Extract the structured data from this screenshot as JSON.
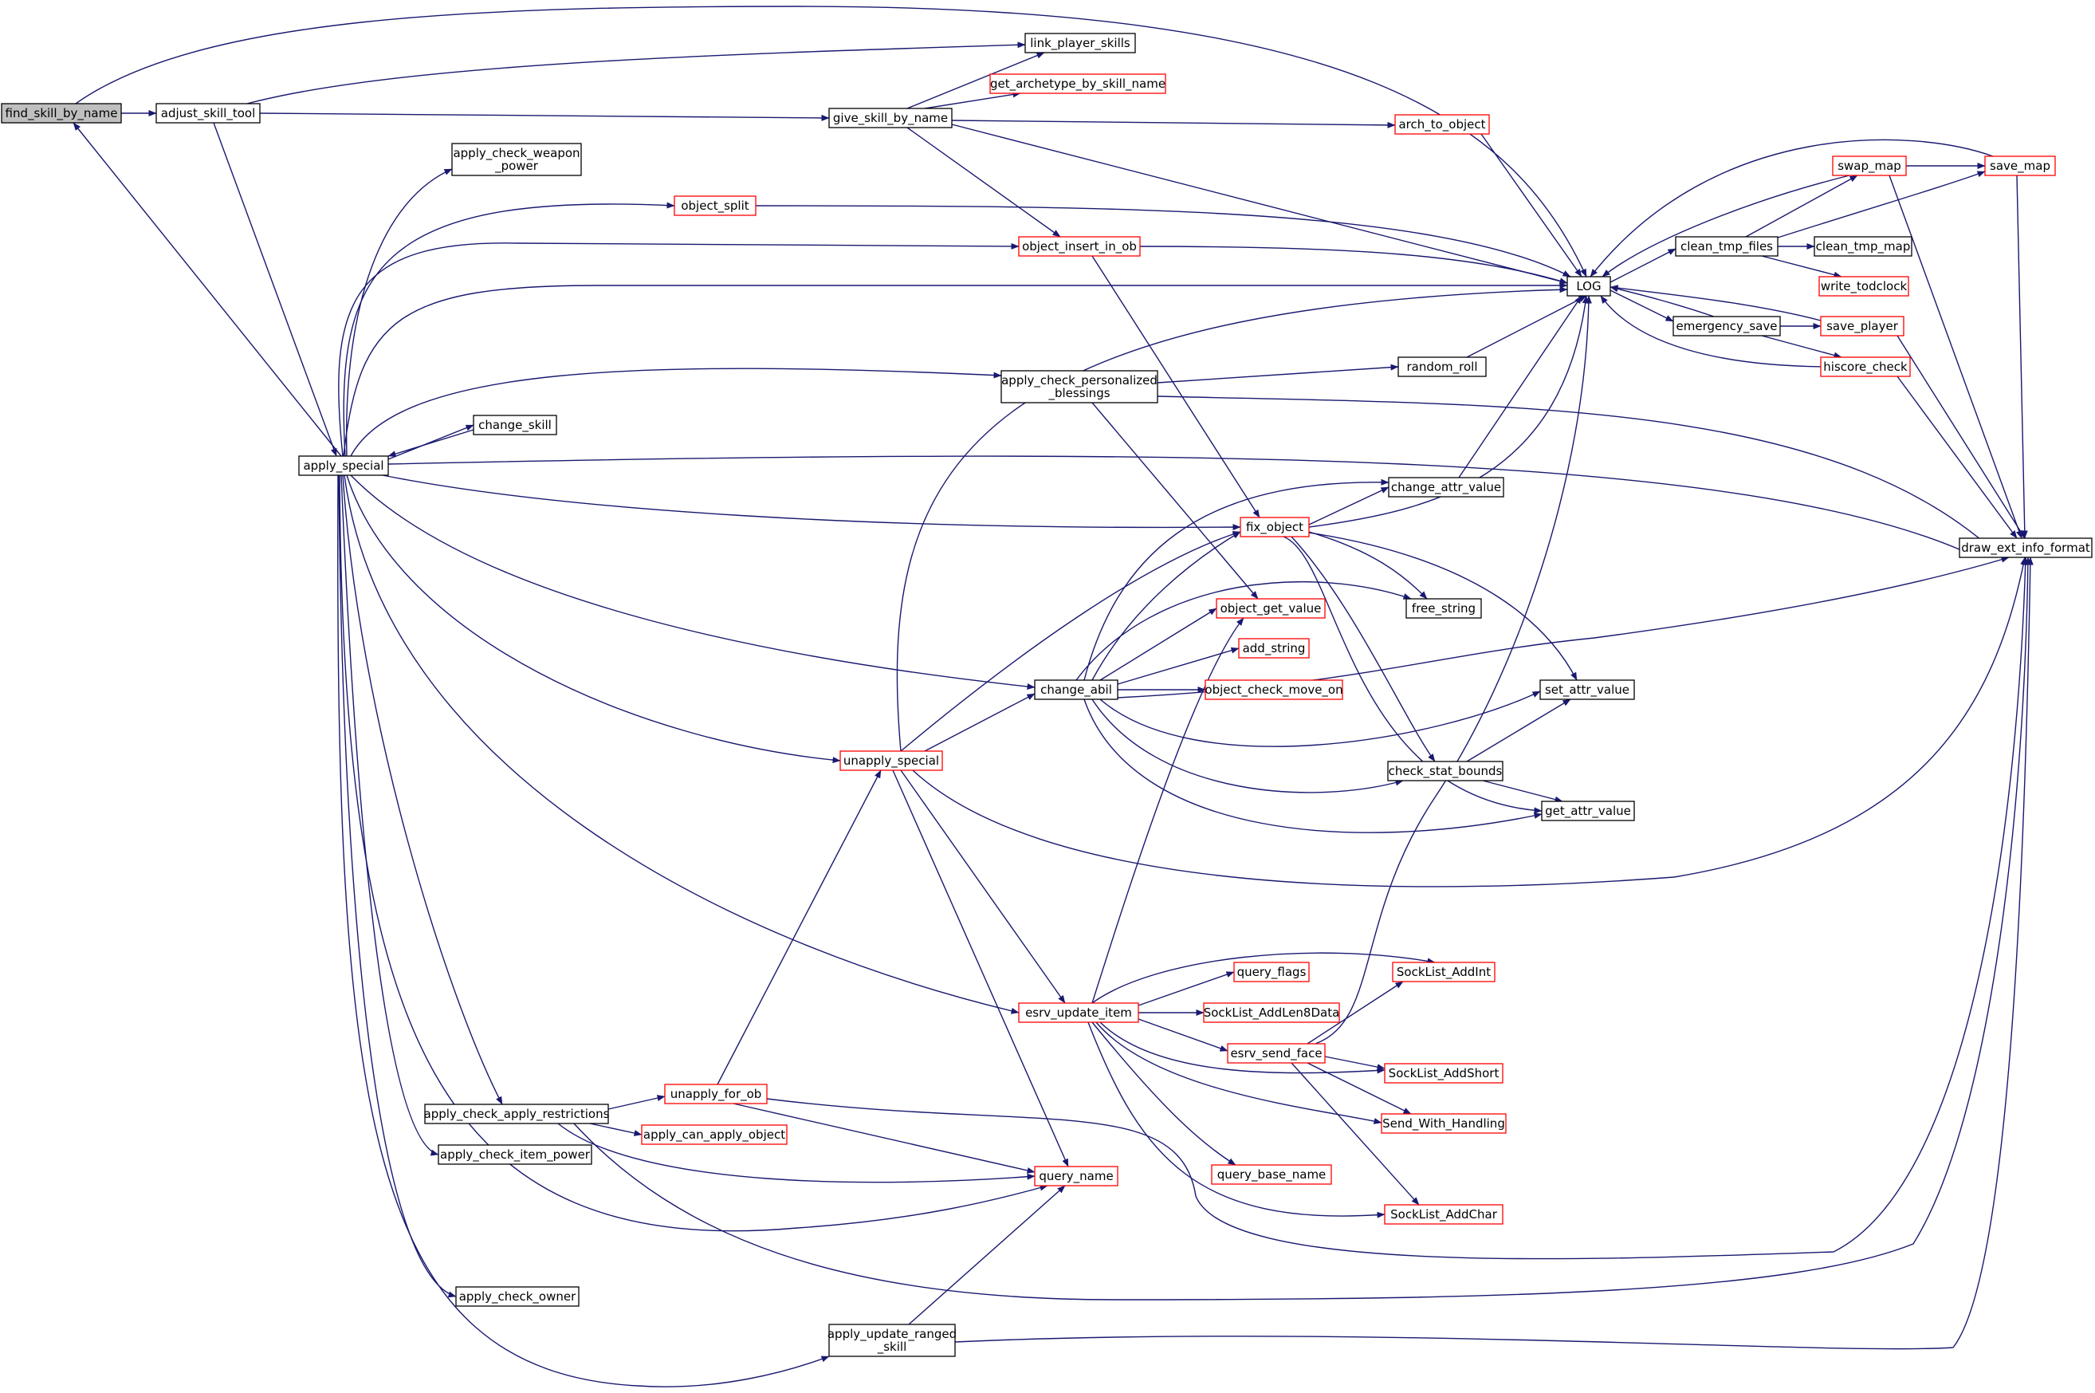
{
  "colors": {
    "edge": "#191970",
    "node_border_black": "#000000",
    "node_border_red": "#ff0000",
    "root_fill": "#bfbfbf",
    "node_fill": "#ffffff"
  },
  "nodes": [
    {
      "id": "find_skill_by_name",
      "lines": [
        "find_skill_by_name"
      ],
      "style": "root"
    },
    {
      "id": "adjust_skill_tool",
      "lines": [
        "adjust_skill_tool"
      ],
      "style": "black"
    },
    {
      "id": "link_player_skills",
      "lines": [
        "link_player_skills"
      ],
      "style": "black"
    },
    {
      "id": "get_archetype_by_skill_name",
      "lines": [
        "get_archetype_by_skill_name"
      ],
      "style": "red"
    },
    {
      "id": "give_skill_by_name",
      "lines": [
        "give_skill_by_name"
      ],
      "style": "black"
    },
    {
      "id": "arch_to_object",
      "lines": [
        "arch_to_object"
      ],
      "style": "red"
    },
    {
      "id": "apply_check_weapon_power",
      "lines": [
        "apply_check_weapon",
        "_power"
      ],
      "style": "black"
    },
    {
      "id": "object_split",
      "lines": [
        "object_split"
      ],
      "style": "red"
    },
    {
      "id": "object_insert_in_ob",
      "lines": [
        "object_insert_in_ob"
      ],
      "style": "red"
    },
    {
      "id": "LOG",
      "lines": [
        "LOG"
      ],
      "style": "black"
    },
    {
      "id": "clean_tmp_files",
      "lines": [
        "clean_tmp_files"
      ],
      "style": "black"
    },
    {
      "id": "swap_map",
      "lines": [
        "swap_map"
      ],
      "style": "red"
    },
    {
      "id": "save_map",
      "lines": [
        "save_map"
      ],
      "style": "red"
    },
    {
      "id": "clean_tmp_map",
      "lines": [
        "clean_tmp_map"
      ],
      "style": "black"
    },
    {
      "id": "write_todclock",
      "lines": [
        "write_todclock"
      ],
      "style": "red"
    },
    {
      "id": "emergency_save",
      "lines": [
        "emergency_save"
      ],
      "style": "black"
    },
    {
      "id": "save_player",
      "lines": [
        "save_player"
      ],
      "style": "red"
    },
    {
      "id": "hiscore_check",
      "lines": [
        "hiscore_check"
      ],
      "style": "red"
    },
    {
      "id": "random_roll",
      "lines": [
        "random_roll"
      ],
      "style": "black"
    },
    {
      "id": "apply_check_personalized_blessings",
      "lines": [
        "apply_check_personalized",
        "_blessings"
      ],
      "style": "black"
    },
    {
      "id": "change_skill",
      "lines": [
        "change_skill"
      ],
      "style": "black"
    },
    {
      "id": "apply_special",
      "lines": [
        "apply_special"
      ],
      "style": "black"
    },
    {
      "id": "change_attr_value",
      "lines": [
        "change_attr_value"
      ],
      "style": "black"
    },
    {
      "id": "fix_object",
      "lines": [
        "fix_object"
      ],
      "style": "red"
    },
    {
      "id": "draw_ext_info_format",
      "lines": [
        "draw_ext_info_format"
      ],
      "style": "black"
    },
    {
      "id": "object_get_value",
      "lines": [
        "object_get_value"
      ],
      "style": "red"
    },
    {
      "id": "free_string",
      "lines": [
        "free_string"
      ],
      "style": "black"
    },
    {
      "id": "add_string",
      "lines": [
        "add_string"
      ],
      "style": "red"
    },
    {
      "id": "change_abil",
      "lines": [
        "change_abil"
      ],
      "style": "black"
    },
    {
      "id": "object_check_move_on",
      "lines": [
        "object_check_move_on"
      ],
      "style": "red"
    },
    {
      "id": "set_attr_value",
      "lines": [
        "set_attr_value"
      ],
      "style": "black"
    },
    {
      "id": "unapply_special",
      "lines": [
        "unapply_special"
      ],
      "style": "red"
    },
    {
      "id": "check_stat_bounds",
      "lines": [
        "check_stat_bounds"
      ],
      "style": "black"
    },
    {
      "id": "get_attr_value",
      "lines": [
        "get_attr_value"
      ],
      "style": "black"
    },
    {
      "id": "query_flags",
      "lines": [
        "query_flags"
      ],
      "style": "red"
    },
    {
      "id": "SockList_AddInt",
      "lines": [
        "SockList_AddInt"
      ],
      "style": "red"
    },
    {
      "id": "esrv_update_item",
      "lines": [
        "esrv_update_item"
      ],
      "style": "red"
    },
    {
      "id": "SockList_AddLen8Data",
      "lines": [
        "SockList_AddLen8Data"
      ],
      "style": "red"
    },
    {
      "id": "esrv_send_face",
      "lines": [
        "esrv_send_face"
      ],
      "style": "red"
    },
    {
      "id": "SockList_AddShort",
      "lines": [
        "SockList_AddShort"
      ],
      "style": "red"
    },
    {
      "id": "unapply_for_ob",
      "lines": [
        "unapply_for_ob"
      ],
      "style": "red"
    },
    {
      "id": "apply_check_apply_restrictions",
      "lines": [
        "apply_check_apply_restrictions"
      ],
      "style": "black"
    },
    {
      "id": "Send_With_Handling",
      "lines": [
        "Send_With_Handling"
      ],
      "style": "red"
    },
    {
      "id": "apply_can_apply_object",
      "lines": [
        "apply_can_apply_object"
      ],
      "style": "red"
    },
    {
      "id": "apply_check_item_power",
      "lines": [
        "apply_check_item_power"
      ],
      "style": "black"
    },
    {
      "id": "query_name",
      "lines": [
        "query_name"
      ],
      "style": "red"
    },
    {
      "id": "query_base_name",
      "lines": [
        "query_base_name"
      ],
      "style": "red"
    },
    {
      "id": "SockList_AddChar",
      "lines": [
        "SockList_AddChar"
      ],
      "style": "red"
    },
    {
      "id": "apply_check_owner",
      "lines": [
        "apply_check_owner"
      ],
      "style": "black"
    },
    {
      "id": "apply_update_ranged_skill",
      "lines": [
        "apply_update_ranged",
        "_skill"
      ],
      "style": "black"
    }
  ]
}
